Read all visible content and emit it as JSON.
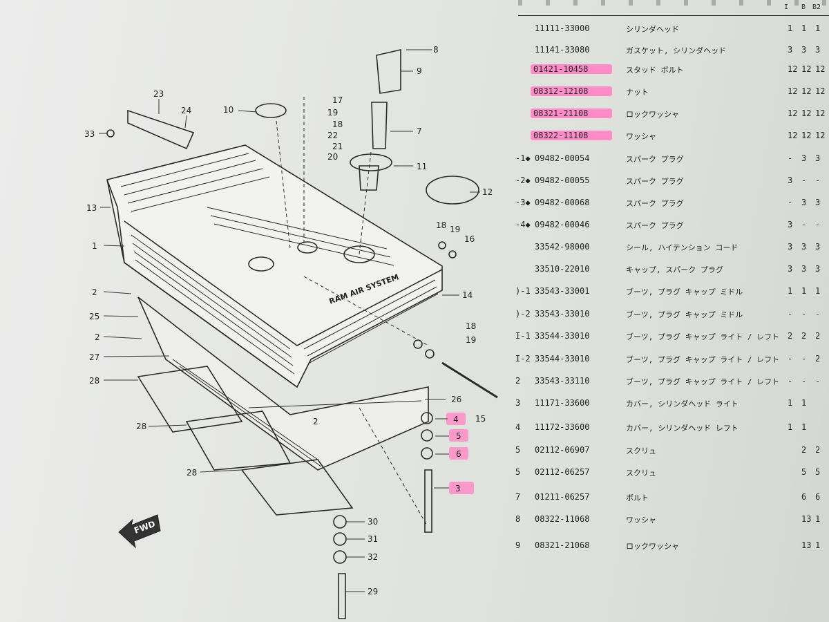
{
  "table_header": {
    "col1": "I",
    "col2": "B",
    "col3": "B2"
  },
  "rows": [
    {
      "ref": "",
      "pn": "11111-33000",
      "desc": "シリンダヘッド",
      "q": [
        "1",
        "1",
        "1"
      ],
      "hl": false
    },
    {
      "ref": "",
      "pn": "11141-33080",
      "desc": "ガスケット, シリンダヘッド",
      "q": [
        "3",
        "3",
        "3"
      ],
      "hl": false
    },
    {
      "ref": "",
      "pn": "01421-10458",
      "desc": "スタッド ボルト",
      "q": [
        "12",
        "12",
        "12"
      ],
      "hl": true
    },
    {
      "ref": "",
      "pn": "08312-12108",
      "desc": "ナット",
      "q": [
        "12",
        "12",
        "12"
      ],
      "hl": true
    },
    {
      "ref": "",
      "pn": "08321-21108",
      "desc": "ロックワッシャ",
      "q": [
        "12",
        "12",
        "12"
      ],
      "hl": true
    },
    {
      "ref": "",
      "pn": "08322-11108",
      "desc": "ワッシャ",
      "q": [
        "12",
        "12",
        "12"
      ],
      "hl": true
    },
    {
      "ref": "-1◆",
      "pn": "09482-00054",
      "desc": "スパーク プラグ",
      "q": [
        "-",
        "3",
        "3"
      ],
      "hl": false
    },
    {
      "ref": "-2◆",
      "pn": "09482-00055",
      "desc": "スパーク プラグ",
      "q": [
        "3",
        "-",
        "-"
      ],
      "hl": false
    },
    {
      "ref": "-3◆",
      "pn": "09482-00068",
      "desc": "スパーク プラグ",
      "q": [
        "-",
        "3",
        "3"
      ],
      "hl": false
    },
    {
      "ref": "-4◆",
      "pn": "09482-00046",
      "desc": "スパーク プラグ",
      "q": [
        "3",
        "-",
        "-"
      ],
      "hl": false
    },
    {
      "ref": "",
      "pn": "33542-98000",
      "desc": "シール, ハイテンション コード",
      "q": [
        "3",
        "3",
        "3"
      ],
      "hl": false
    },
    {
      "ref": "",
      "pn": "33510-22010",
      "desc": "キャップ, スパーク プラグ",
      "q": [
        "3",
        "3",
        "3"
      ],
      "hl": false
    },
    {
      "ref": ")-1",
      "pn": "33543-33001",
      "desc": "ブーツ, プラグ キャップ ミドル",
      "q": [
        "1",
        "1",
        "1"
      ],
      "hl": false
    },
    {
      "ref": ")-2",
      "pn": "33543-33010",
      "desc": "ブーツ, プラグ キャップ ミドル",
      "q": [
        "-",
        "-",
        "-"
      ],
      "hl": false
    },
    {
      "ref": "I-1",
      "pn": "33544-33010",
      "desc": "ブーツ, プラグ キャップ ライト / レフト",
      "q": [
        "2",
        "2",
        "2"
      ],
      "hl": false
    },
    {
      "ref": "I-2",
      "pn": "33544-33010",
      "desc": "ブーツ, プラグ キャップ ライト / レフト",
      "q": [
        "-",
        "-",
        "2"
      ],
      "hl": false
    },
    {
      "ref": "2",
      "pn": "33543-33110",
      "desc": "ブーツ, プラグ キャップ ライト / レフト",
      "q": [
        "-",
        "-",
        "-"
      ],
      "hl": false
    },
    {
      "ref": "3",
      "pn": "11171-33600",
      "desc": "カバー, シリンダヘッド ライト",
      "q": [
        "1",
        "1",
        ""
      ],
      "hl": false
    },
    {
      "ref": "4",
      "pn": "11172-33600",
      "desc": "カバー, シリンダヘッド レフト",
      "q": [
        "1",
        "1",
        ""
      ],
      "hl": false
    },
    {
      "ref": "5",
      "pn": "02112-06907",
      "desc": "スクリュ",
      "q": [
        "",
        "2",
        "2"
      ],
      "hl": false
    },
    {
      "ref": "5",
      "pn": "02112-06257",
      "desc": "スクリュ",
      "q": [
        "",
        "5",
        "5"
      ],
      "hl": false
    },
    {
      "ref": "7",
      "pn": "01211-06257",
      "desc": "ボルト",
      "q": [
        "",
        "6",
        "6"
      ],
      "hl": false
    },
    {
      "ref": "8",
      "pn": "08322-11068",
      "desc": "ワッシャ",
      "q": [
        "",
        "13",
        "1"
      ],
      "hl": false
    },
    {
      "ref": "9",
      "pn": "08321-21068",
      "desc": "ロックワッシャ",
      "q": [
        "",
        "13",
        "1"
      ],
      "hl": false
    }
  ],
  "callouts": [
    "1",
    "2",
    "2",
    "2",
    "3",
    "4",
    "5",
    "6",
    "7",
    "8",
    "9",
    "10",
    "11",
    "12",
    "13",
    "14",
    "15",
    "16",
    "17",
    "18",
    "18",
    "18",
    "19",
    "19",
    "19",
    "20",
    "21",
    "22",
    "23",
    "24",
    "25",
    "26",
    "27",
    "28",
    "28",
    "28",
    "29",
    "30",
    "31",
    "32",
    "33"
  ],
  "fwd_label": "FWD",
  "engine_label": "RAM AIR SYSTEM"
}
